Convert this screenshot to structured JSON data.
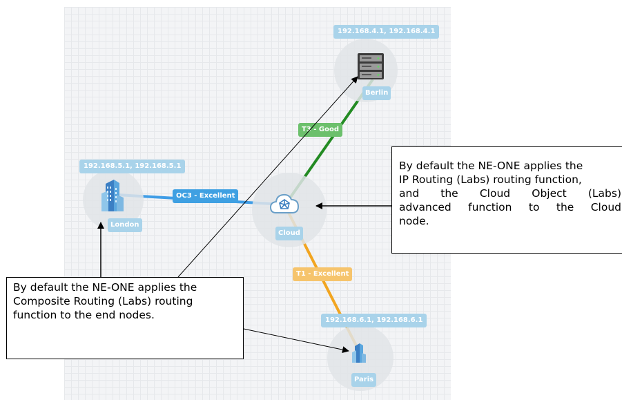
{
  "colors": {
    "t3_link": "#238b23",
    "oc3_link": "#3f9de6",
    "t1_link": "#f2a520",
    "node_label_bg": "#a9d3ea"
  },
  "nodes": {
    "berlin": {
      "ip": "192.168.4.1, 192.168.4.1",
      "name": "Berlin",
      "icon": "server-icon"
    },
    "london": {
      "ip": "192.168.5.1, 192.168.5.1",
      "name": "London",
      "icon": "building-icon"
    },
    "cloud": {
      "name": "Cloud",
      "icon": "cloud-icon"
    },
    "paris": {
      "ip": "192.168.6.1, 192.168.6.1",
      "name": "Paris",
      "icon": "building-icon"
    }
  },
  "links": {
    "berlin_cloud": {
      "label": "T3 - Good"
    },
    "london_cloud": {
      "label": "OC3 - Excellent"
    },
    "cloud_paris": {
      "label": "T1 - Excellent"
    }
  },
  "notes": {
    "cloud_note": {
      "lines": [
        "By default the NE-ONE applies the",
        "IP Routing (Labs) routing function,",
        "and the Cloud Object (Labs)",
        "advanced function to the Cloud",
        "node."
      ]
    },
    "end_nodes_note": {
      "lines": [
        "By default the NE-ONE applies the",
        "Composite Routing (Labs) routing",
        "function to the end nodes."
      ]
    }
  }
}
